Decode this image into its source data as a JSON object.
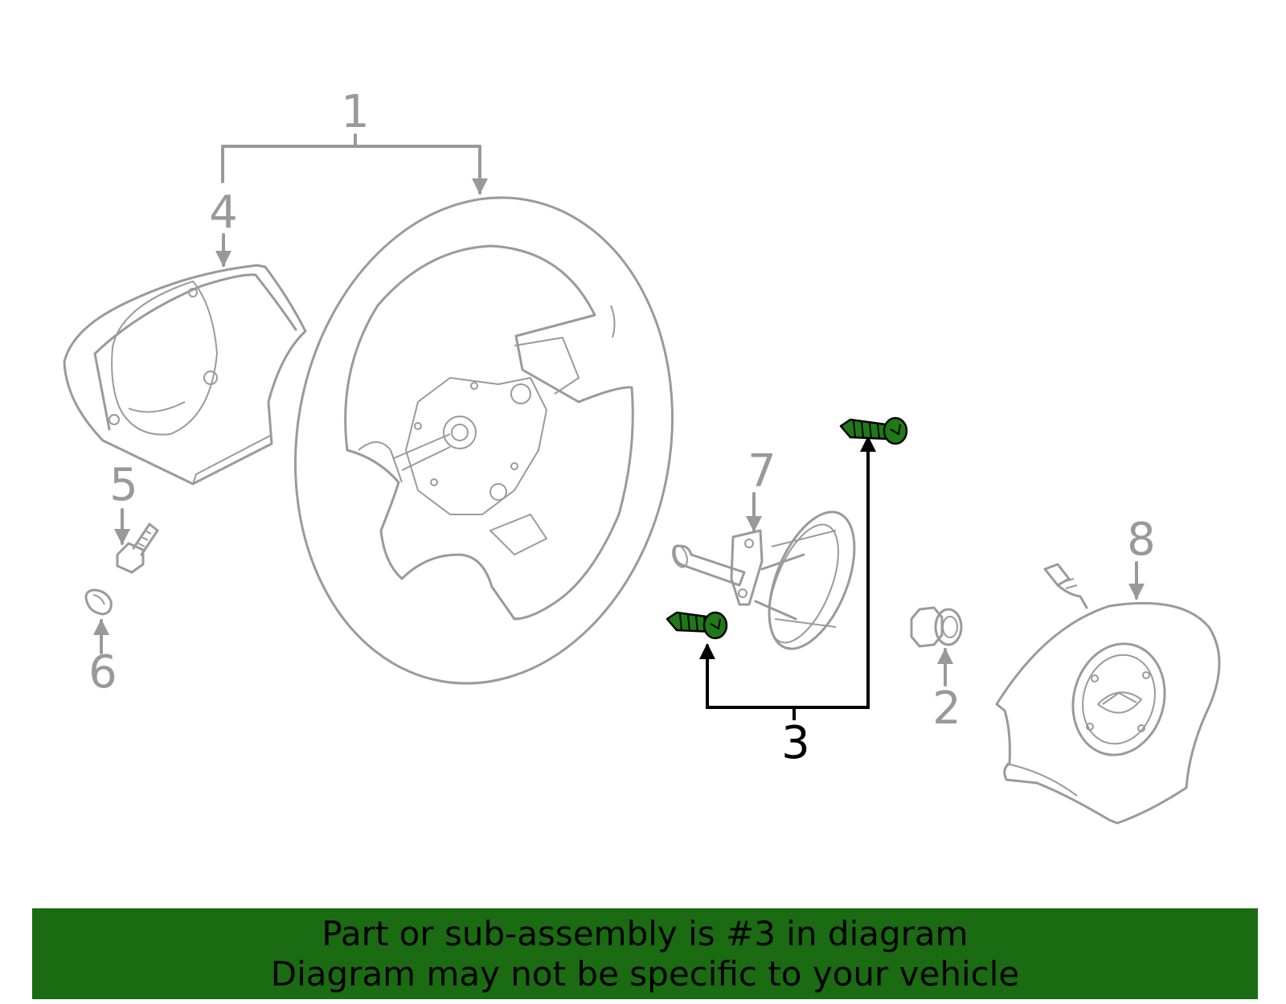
{
  "callouts": {
    "c1": "1",
    "c2": "2",
    "c3": "3",
    "c4": "4",
    "c5": "5",
    "c6": "6",
    "c7": "7",
    "c8": "8"
  },
  "highlighted_part": "3",
  "banner": {
    "line1": "Part or sub-assembly is #3 in diagram",
    "line2": "Diagram may not be specific to your vehicle"
  },
  "colors": {
    "banner_bg": "#1a6b12",
    "highlight_fill": "#1e7a16",
    "callout_gray": "#999999",
    "callout_active": "#000000",
    "part_line": "#9a9a9a"
  }
}
